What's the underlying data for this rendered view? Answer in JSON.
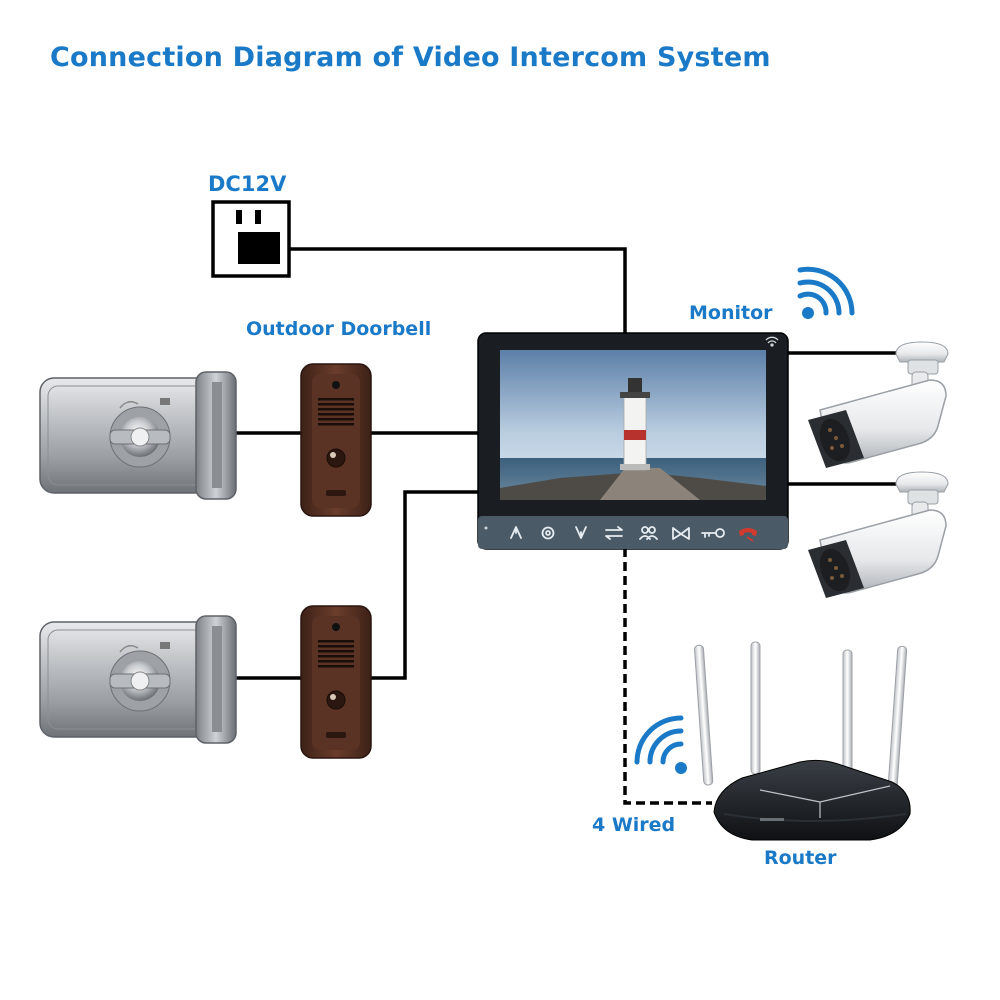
{
  "title": "Connection Diagram of Video Intercom System",
  "labels": {
    "power": "DC12V",
    "doorbell": "Outdoor Doorbell",
    "monitor": "Monitor",
    "network": "4 Wired",
    "router": "Router"
  },
  "icons": {
    "power_socket": "power-socket-icon",
    "wifi_monitor": "wifi-icon",
    "wifi_router": "wifi-icon",
    "monitor_buttons": [
      "up-arrow-icon",
      "settings-icon",
      "down-arrow-icon",
      "switch-icon",
      "users-icon",
      "gate-icon",
      "key-icon",
      "hangup-icon"
    ]
  },
  "colors": {
    "label_blue": "#1a7ac8",
    "wire_black": "#000000",
    "doorbell_brown": "#5a3325",
    "monitor_frame": "#1a1d21",
    "monitor_panel": "#4a5a66",
    "hangup_red": "#c0392b"
  }
}
